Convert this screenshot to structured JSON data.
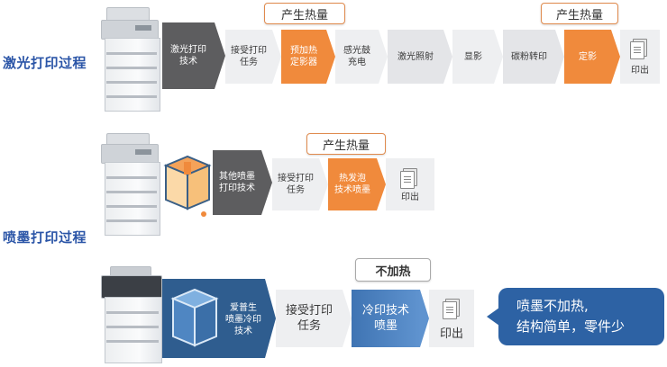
{
  "rows": {
    "laser": {
      "label": "激光打印过程",
      "tech": "激光打印\n技术",
      "steps": [
        "接受打印\n任务",
        "预加热\n定影器",
        "感光鼓\n充电",
        "激光照射",
        "显影",
        "碳粉转印",
        "定影",
        "印出"
      ],
      "callouts": [
        "产生热量",
        "产生热量"
      ]
    },
    "inkjet": {
      "label": "喷墨打印过程",
      "tech": "其他喷墨\n打印技术",
      "steps": [
        "接受打印\n任务",
        "热发泡\n技术喷墨",
        "印出"
      ],
      "callout": "产生热量"
    },
    "epson": {
      "tech": "爱普生\n喷墨冷印\n技术",
      "steps": [
        "接受打印\n任务",
        "冷印技术\n喷墨",
        "印出"
      ],
      "callout": "不加热"
    }
  },
  "bubble": {
    "line1": "喷墨不加热,",
    "line2": "结构简单，零件少"
  },
  "colors": {
    "heat": "#f08a3c",
    "brand_blue": "#2d62a4",
    "label_blue": "#2b55a7",
    "dark_grey": "#5d5d5f"
  }
}
